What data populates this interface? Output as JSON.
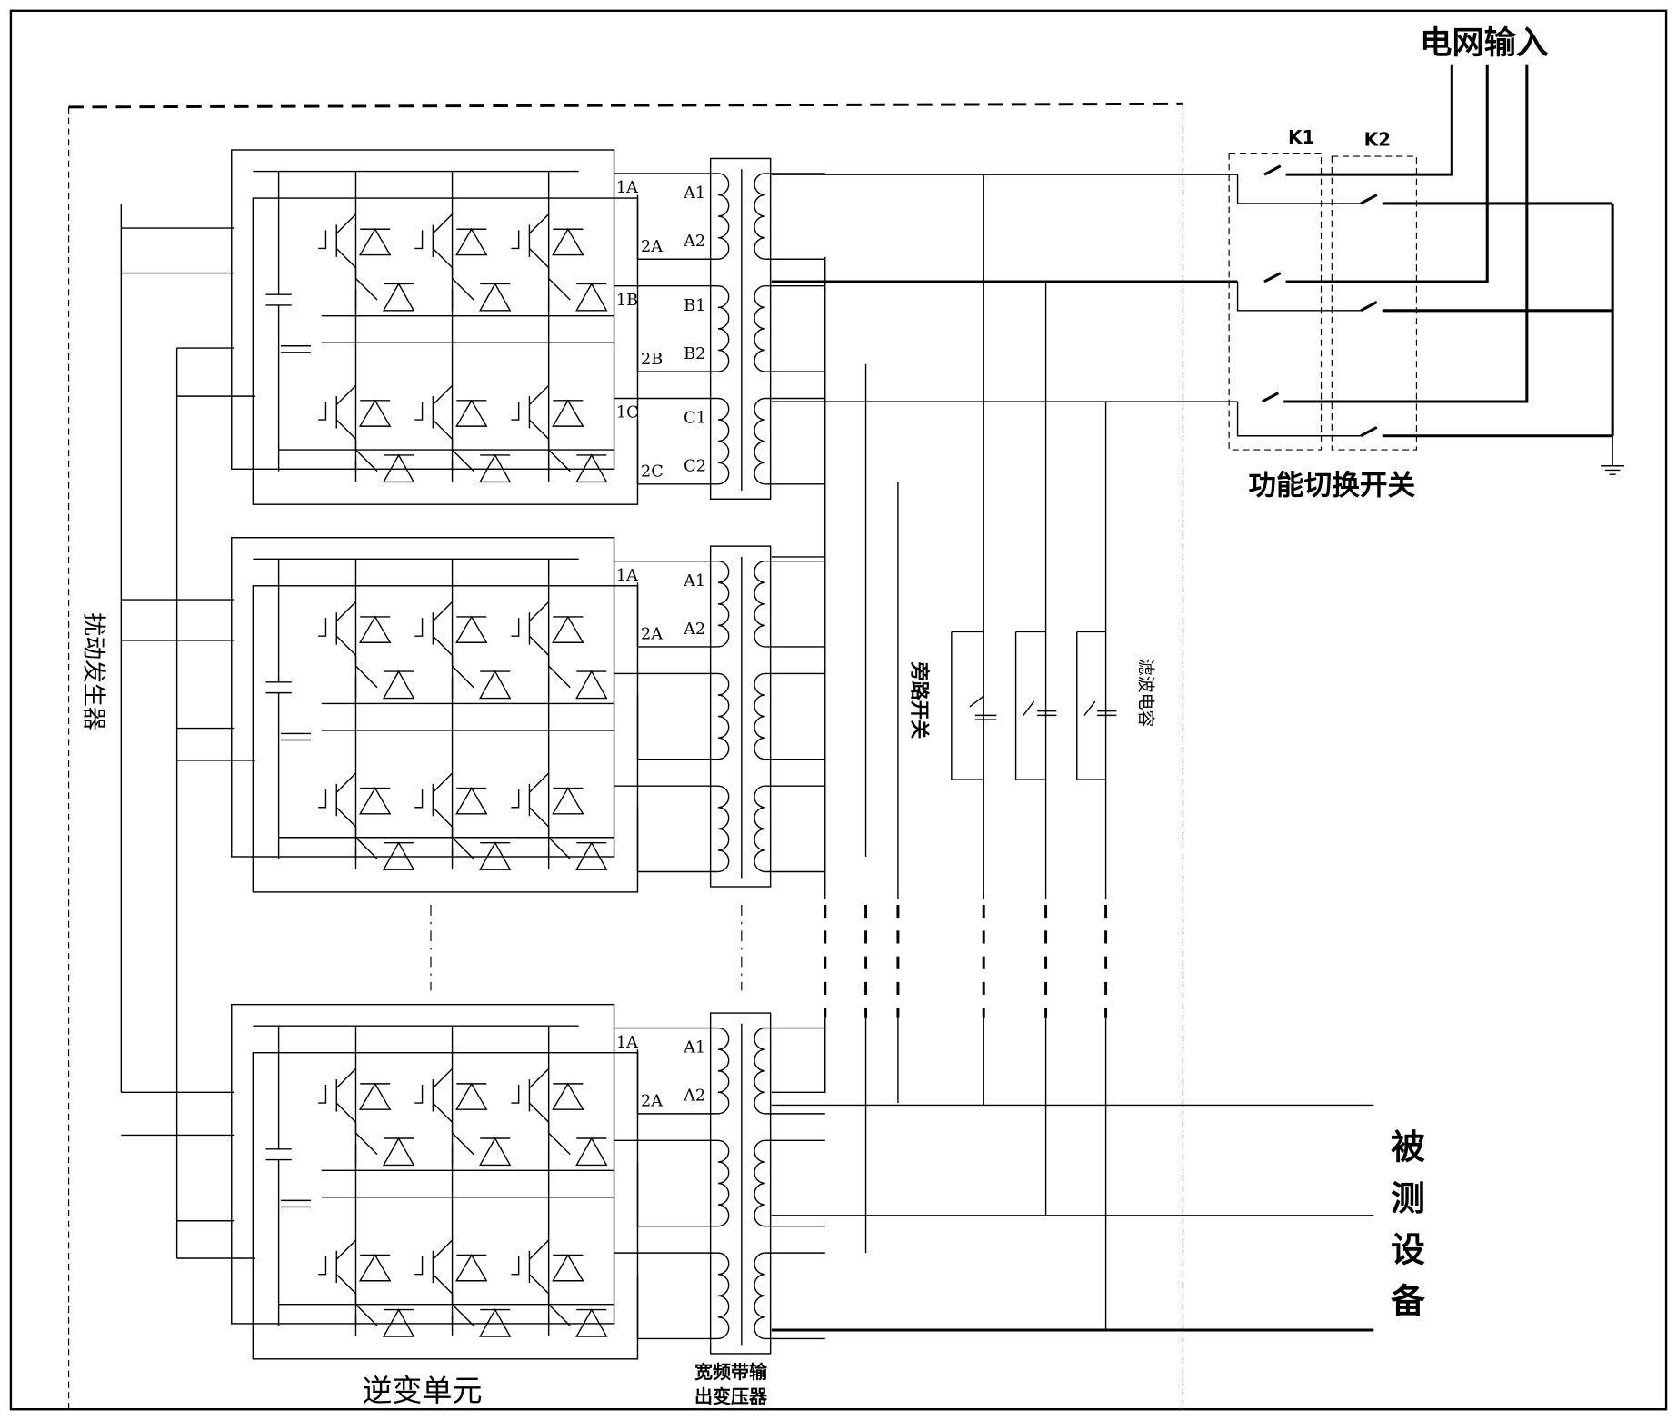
{
  "diagram": {
    "grid_input_label": "电网输入",
    "switch_k1_label": "K1",
    "switch_k2_label": "K2",
    "function_switch_label": "功能切换开关",
    "perturbation_generator_label": "扰动发生器",
    "inverter_unit_label": "逆变单元",
    "transformer_label_line1": "宽频带输",
    "transformer_label_line2": "出变压器",
    "bypass_switch_label": "旁路开关",
    "filter_capacitor_label": "滤波电容",
    "device_under_test_label": [
      "被",
      "测",
      "设",
      "备"
    ],
    "inverter_terminals": [
      "1A",
      "2A",
      "1B",
      "2B",
      "1C",
      "2C"
    ],
    "transformer_terminals": [
      "A1",
      "A2",
      "B1",
      "B2",
      "C1",
      "C2"
    ],
    "inverter_modules": [
      {
        "id": "module-1",
        "terminals": [
          "1A",
          "2A",
          "1B",
          "2B",
          "1C",
          "2C"
        ],
        "winding_labels": [
          "A1",
          "A2",
          "B1",
          "B2",
          "C1",
          "C2"
        ]
      },
      {
        "id": "module-2",
        "terminals": [
          "1A",
          "2A"
        ],
        "winding_labels": [
          "A1",
          "A2"
        ]
      },
      {
        "id": "module-n",
        "terminals": [
          "1A",
          "2A"
        ],
        "winding_labels": [
          "A1",
          "A2"
        ]
      }
    ]
  }
}
